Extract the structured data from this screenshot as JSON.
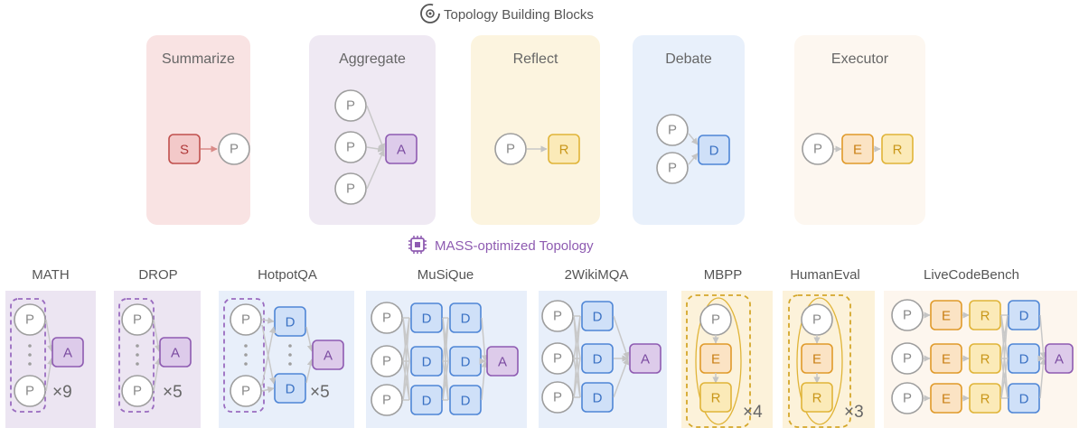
{
  "header": {
    "title": "Topology Building Blocks",
    "icon": "gear-cycle-icon"
  },
  "blocks": [
    {
      "title": "Summarize",
      "color": "#f9e3e3"
    },
    {
      "title": "Aggregate",
      "color": "#efe9f3"
    },
    {
      "title": "Reflect",
      "color": "#fcf4df"
    },
    {
      "title": "Debate",
      "color": "#e8f0fb"
    },
    {
      "title": "Executor",
      "color": "#fdf7f0"
    }
  ],
  "mid_header": {
    "title": "MASS-optimized Topology",
    "icon": "chip-icon",
    "color": "#8e5bb1"
  },
  "nodes": {
    "prompt": "P",
    "summarize": "S",
    "aggregate": "A",
    "reflect": "R",
    "debate": "D",
    "executor": "E"
  },
  "benchmarks": [
    {
      "name": "MATH",
      "multiplier": "×9"
    },
    {
      "name": "DROP",
      "multiplier": "×5"
    },
    {
      "name": "HotpotQA",
      "multiplier": "×5"
    },
    {
      "name": "MuSiQue"
    },
    {
      "name": "2WikiMQA"
    },
    {
      "name": "MBPP",
      "multiplier": "×4"
    },
    {
      "name": "HumanEval",
      "multiplier": "×3"
    },
    {
      "name": "LiveCodeBench"
    }
  ],
  "colors": {
    "summarize": {
      "fill": "#f3c9c9",
      "stroke": "#c0504d",
      "text": "#b03a3a"
    },
    "aggregate": {
      "fill": "#ddcbea",
      "stroke": "#8e5bb1",
      "text": "#7a4aa0"
    },
    "reflect": {
      "fill": "#fbeab8",
      "stroke": "#e0b438",
      "text": "#c9971a"
    },
    "debate": {
      "fill": "#cfe0f8",
      "stroke": "#4f86d6",
      "text": "#3b72c4"
    },
    "executor": {
      "fill": "#fbe3c4",
      "stroke": "#e09a2a",
      "text": "#c97f14"
    },
    "prompt": {
      "stroke": "#9e9e9e",
      "text": "#8a8a8a"
    }
  }
}
